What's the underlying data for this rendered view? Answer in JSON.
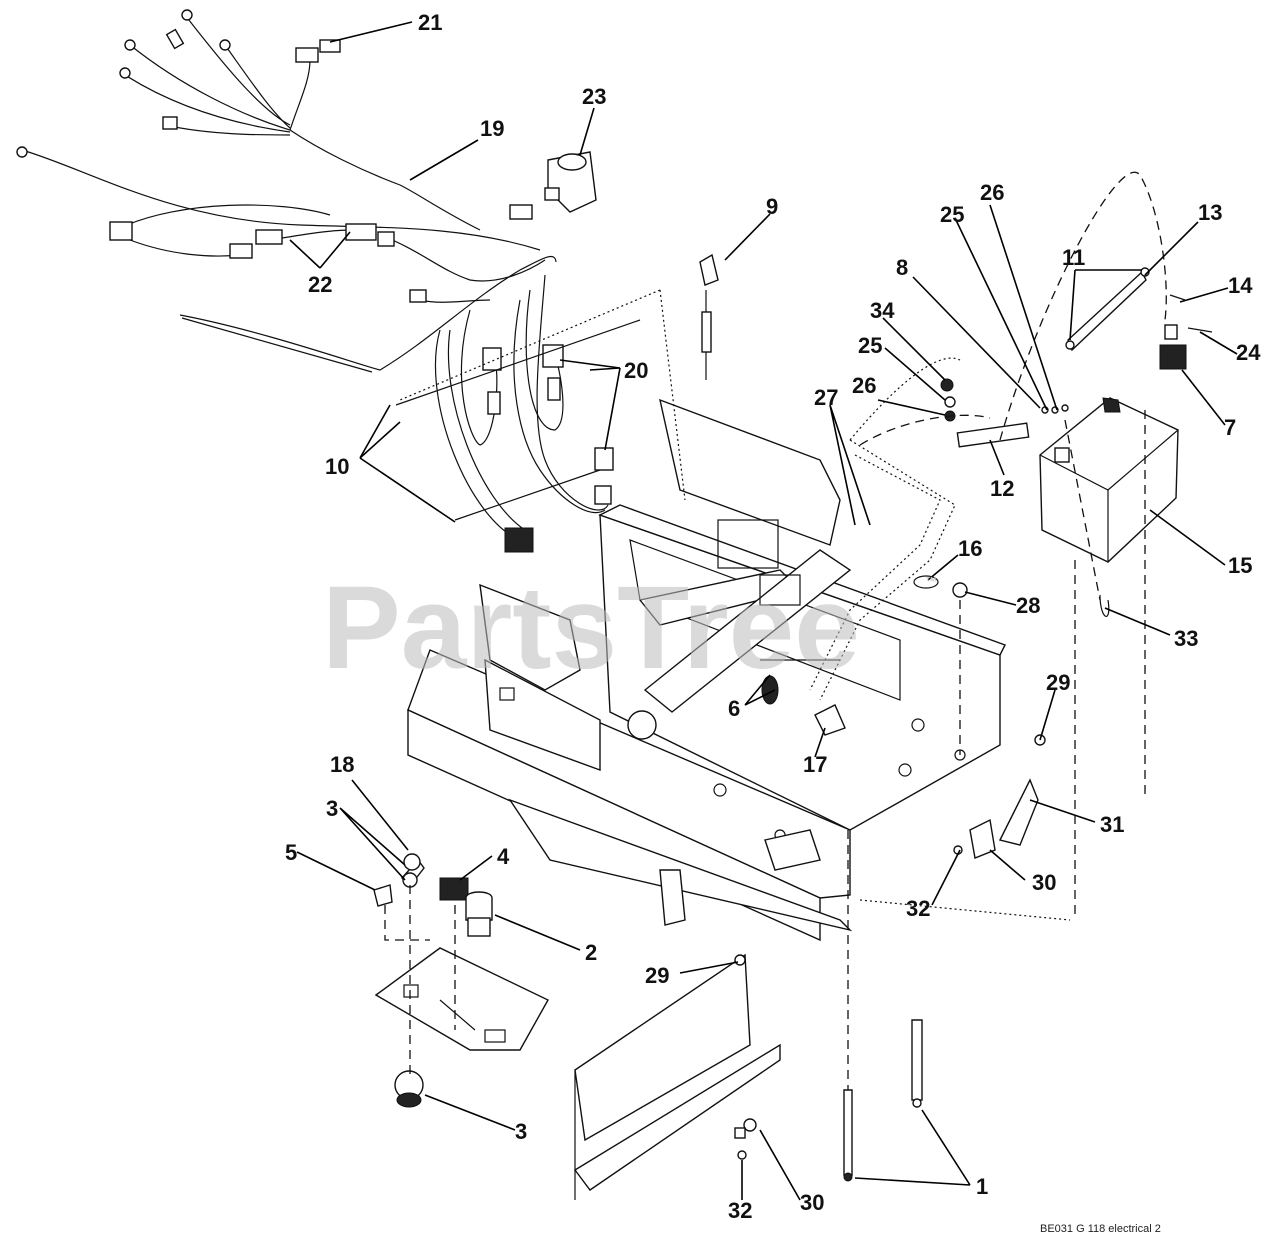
{
  "watermark": {
    "brand": "PartsTree",
    "trademark": "™"
  },
  "reference_code": "BE031 G 118 electrical 2",
  "callouts": [
    {
      "id": "c21",
      "text": "21"
    },
    {
      "id": "c23",
      "text": "23"
    },
    {
      "id": "c19",
      "text": "19"
    },
    {
      "id": "c22",
      "text": "22"
    },
    {
      "id": "c9",
      "text": "9"
    },
    {
      "id": "c20",
      "text": "20"
    },
    {
      "id": "c10",
      "text": "10"
    },
    {
      "id": "c26a",
      "text": "26"
    },
    {
      "id": "c25a",
      "text": "25"
    },
    {
      "id": "c13",
      "text": "13"
    },
    {
      "id": "c8",
      "text": "8"
    },
    {
      "id": "c11",
      "text": "11"
    },
    {
      "id": "c14",
      "text": "14"
    },
    {
      "id": "c34",
      "text": "34"
    },
    {
      "id": "c24",
      "text": "24"
    },
    {
      "id": "c25b",
      "text": "25"
    },
    {
      "id": "c27",
      "text": "27"
    },
    {
      "id": "c26b",
      "text": "26"
    },
    {
      "id": "c7",
      "text": "7"
    },
    {
      "id": "c12",
      "text": "12"
    },
    {
      "id": "c16",
      "text": "16"
    },
    {
      "id": "c15",
      "text": "15"
    },
    {
      "id": "c28",
      "text": "28"
    },
    {
      "id": "c33",
      "text": "33"
    },
    {
      "id": "c29a",
      "text": "29"
    },
    {
      "id": "c6",
      "text": "6"
    },
    {
      "id": "c17",
      "text": "17"
    },
    {
      "id": "c18",
      "text": "18"
    },
    {
      "id": "c31",
      "text": "31"
    },
    {
      "id": "c3a",
      "text": "3"
    },
    {
      "id": "c4",
      "text": "4"
    },
    {
      "id": "c5",
      "text": "5"
    },
    {
      "id": "c30a",
      "text": "30"
    },
    {
      "id": "c32a",
      "text": "32"
    },
    {
      "id": "c2",
      "text": "2"
    },
    {
      "id": "c29b",
      "text": "29"
    },
    {
      "id": "c3b",
      "text": "3"
    },
    {
      "id": "c1",
      "text": "1"
    },
    {
      "id": "c32b",
      "text": "32"
    },
    {
      "id": "c30b",
      "text": "30"
    }
  ]
}
